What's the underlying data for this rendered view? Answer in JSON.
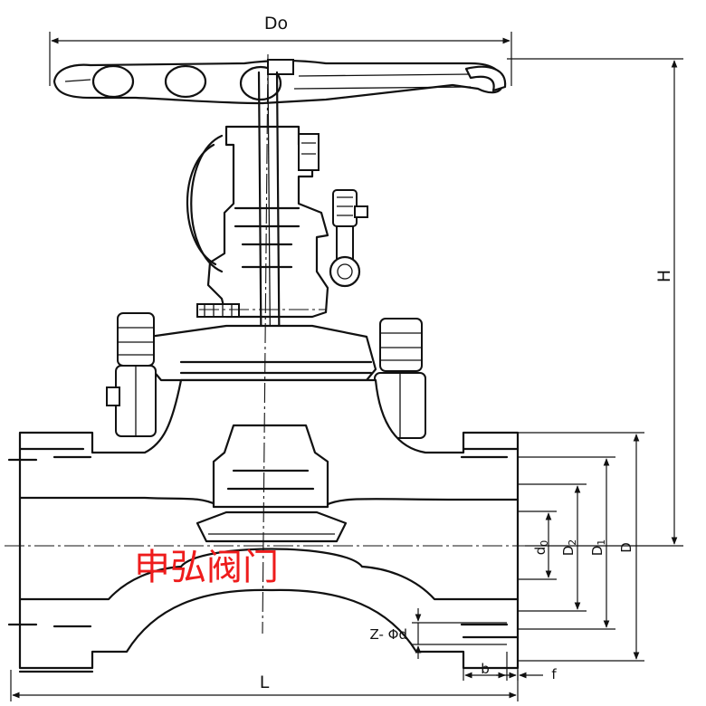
{
  "watermark": "申弘阀门",
  "labels": {
    "Do": "Do",
    "H": "H",
    "L": "L",
    "d0_main": "d",
    "d0_sub": "0",
    "D2_main": "D",
    "D2_sub": "2",
    "D1_main": "D",
    "D1_sub": "1",
    "D": "D",
    "bolt": "Z- Φd",
    "b": "b",
    "f": "f"
  }
}
